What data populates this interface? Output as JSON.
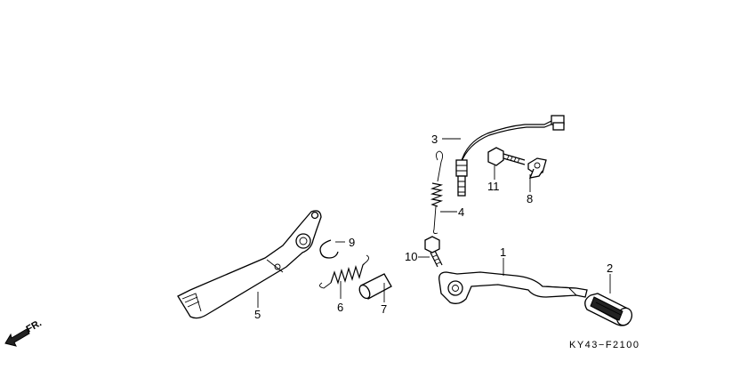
{
  "diagram": {
    "diagram_code": "KY43−F2100",
    "front_marker": "FR.",
    "callouts": [
      {
        "id": "1",
        "label": "1"
      },
      {
        "id": "2",
        "label": "2"
      },
      {
        "id": "3",
        "label": "3"
      },
      {
        "id": "4",
        "label": "4"
      },
      {
        "id": "5",
        "label": "5"
      },
      {
        "id": "6",
        "label": "6"
      },
      {
        "id": "7",
        "label": "7"
      },
      {
        "id": "8",
        "label": "8"
      },
      {
        "id": "9",
        "label": "9"
      },
      {
        "id": "10",
        "label": "10"
      },
      {
        "id": "11",
        "label": "11"
      }
    ]
  }
}
